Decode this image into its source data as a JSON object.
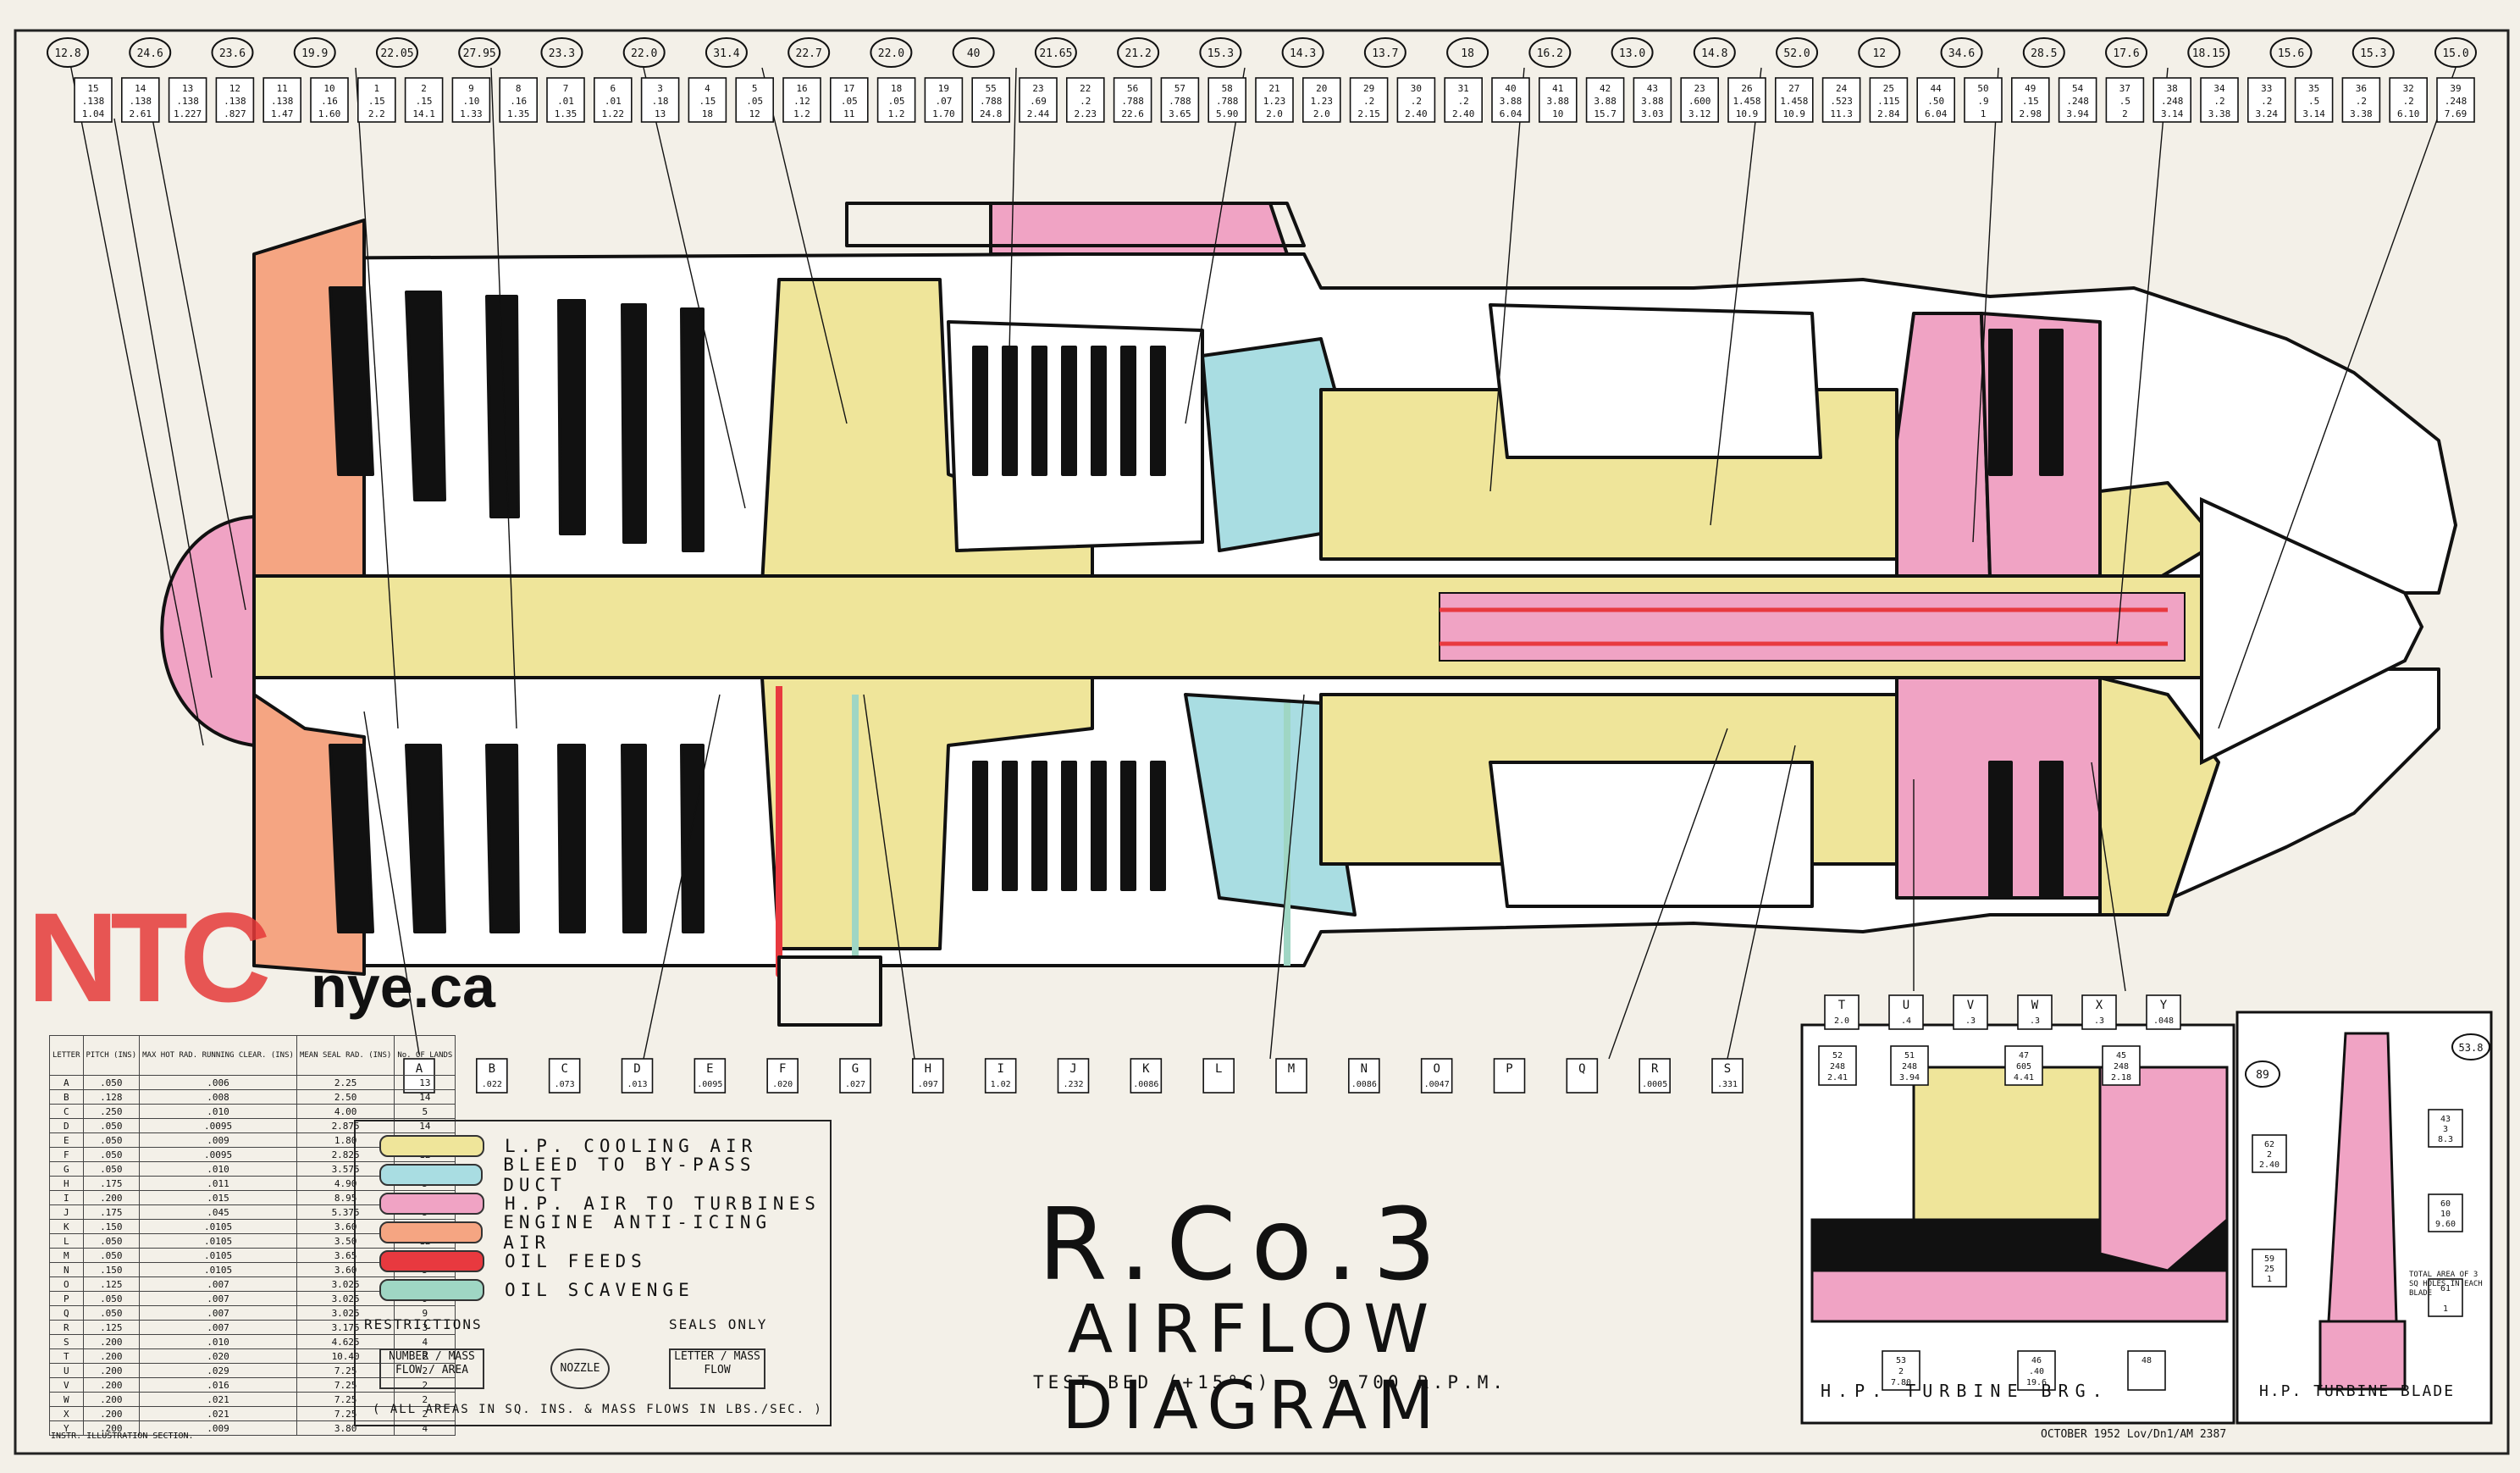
{
  "title": "R.Co.3",
  "subtitle": "AIRFLOW DIAGRAM",
  "test_condition": {
    "left": "TEST BED (+15°C)",
    "right": "9,700 R.P.M."
  },
  "watermark": {
    "logo": "NTC",
    "site": "nye.ca"
  },
  "colors": {
    "lp_cooling": "#efe59a",
    "bleed_bypass": "#a9dde2",
    "hp_air": "#f0a3c4",
    "anti_icing": "#f5a582",
    "oil_feeds": "#e8393f",
    "oil_scavenge": "#9fd6c4",
    "line": "#111111",
    "paper": "#f3f0e8"
  },
  "legend": {
    "items": [
      {
        "label": "L.P. COOLING AIR",
        "color": "#efe59a"
      },
      {
        "label": "BLEED TO BY-PASS DUCT",
        "color": "#a9dde2"
      },
      {
        "label": "H.P. AIR TO TURBINES",
        "color": "#f0a3c4"
      },
      {
        "label": "ENGINE ANTI-ICING AIR",
        "color": "#f5a582"
      },
      {
        "label": "OIL FEEDS",
        "color": "#e8393f"
      },
      {
        "label": "OIL SCAVENGE",
        "color": "#9fd6c4"
      }
    ],
    "restrictions_label": "RESTRICTIONS",
    "seals_only_label": "SEALS ONLY",
    "restriction_box": "NUMBER / MASS FLOW / AREA",
    "circle_label": "NOZZLE",
    "seal_box": "LETTER / MASS FLOW",
    "footnote": "( ALL AREAS IN SQ. INS. & MASS FLOWS IN LBS./SEC. )"
  },
  "letter_table": {
    "headers": [
      "LETTER",
      "PITCH (INS)",
      "MAX HOT RAD. RUNNING CLEAR. (INS)",
      "MEAN SEAL RAD. (INS)",
      "No. OF LANDS"
    ],
    "rows": [
      [
        "A",
        ".050",
        ".006",
        "2.25",
        "13"
      ],
      [
        "B",
        ".128",
        ".008",
        "2.50",
        "14"
      ],
      [
        "C",
        ".250",
        ".010",
        "4.00",
        "5"
      ],
      [
        "D",
        ".050",
        ".0095",
        "2.875",
        "14"
      ],
      [
        "E",
        ".050",
        ".009",
        "1.80",
        "14"
      ],
      [
        "F",
        ".050",
        ".0095",
        "2.825",
        "12"
      ],
      [
        "G",
        ".050",
        ".010",
        "3.575",
        "13"
      ],
      [
        "H",
        ".175",
        ".011",
        "4.90",
        "5"
      ],
      [
        "I",
        ".200",
        ".015",
        "8.95",
        "5"
      ],
      [
        "J",
        ".175",
        ".045",
        "5.375",
        "5"
      ],
      [
        "K",
        ".150",
        ".0105",
        "3.60",
        "5"
      ],
      [
        "L",
        ".050",
        ".0105",
        "3.50",
        "12"
      ],
      [
        "M",
        ".050",
        ".0105",
        "3.65",
        "12"
      ],
      [
        "N",
        ".150",
        ".0105",
        "3.60",
        "5"
      ],
      [
        "O",
        ".125",
        ".007",
        "3.025",
        "4"
      ],
      [
        "P",
        ".050",
        ".007",
        "3.025",
        "9"
      ],
      [
        "Q",
        ".050",
        ".007",
        "3.025",
        "9"
      ],
      [
        "R",
        ".125",
        ".007",
        "3.175",
        "3"
      ],
      [
        "S",
        ".200",
        ".010",
        "4.625",
        "4"
      ],
      [
        "T",
        ".200",
        ".020",
        "10.40",
        "2"
      ],
      [
        "U",
        ".200",
        ".029",
        "7.25",
        "2"
      ],
      [
        "V",
        ".200",
        ".016",
        "7.25",
        "2"
      ],
      [
        "W",
        ".200",
        ".021",
        "7.25",
        "2"
      ],
      [
        "X",
        ".200",
        ".021",
        "7.25",
        "2"
      ],
      [
        "Y",
        ".200",
        ".009",
        "3.80",
        "4"
      ]
    ]
  },
  "top_callouts": [
    "12.8",
    "24.6",
    "23.6",
    "19.9",
    "22.05",
    "27.95",
    "23.3",
    "22.0",
    "31.4",
    "22.7",
    "22.0",
    "40",
    "21.65",
    "21.2",
    "15.3",
    "14.3",
    "13.7",
    "18",
    "16.2",
    "13.0",
    "14.8",
    "52.0",
    "12",
    "34.6",
    "28.5",
    "17.6",
    "18.15",
    "15.6",
    "15.3",
    "15.0"
  ],
  "top_boxes": [
    [
      "15",
      ".138",
      "1.04"
    ],
    [
      "14",
      ".138",
      "2.61"
    ],
    [
      "13",
      ".138",
      "1.227"
    ],
    [
      "12",
      ".138",
      ".827"
    ],
    [
      "11",
      ".138",
      "1.47"
    ],
    [
      "10",
      ".16",
      "1.60"
    ],
    [
      "1",
      ".15",
      "2.2"
    ],
    [
      "2",
      ".15",
      "14.1"
    ],
    [
      "9",
      ".10",
      "1.33"
    ],
    [
      "8",
      ".16",
      "1.35"
    ],
    [
      "7",
      ".01",
      "1.35"
    ],
    [
      "6",
      ".01",
      "1.22"
    ],
    [
      "3",
      ".18",
      "13"
    ],
    [
      "4",
      ".15",
      "18"
    ],
    [
      "5",
      ".05",
      "12"
    ],
    [
      "16",
      ".12",
      "1.2"
    ],
    [
      "17",
      ".05",
      "11"
    ],
    [
      "18",
      ".05",
      "1.2"
    ],
    [
      "19",
      ".07",
      "1.70"
    ],
    [
      "55",
      ".788",
      "24.8"
    ],
    [
      "23",
      ".69",
      "2.44"
    ],
    [
      "22",
      ".2",
      "2.23"
    ],
    [
      "56",
      ".788",
      "22.6"
    ],
    [
      "57",
      ".788",
      "3.65"
    ],
    [
      "58",
      ".788",
      "5.90"
    ],
    [
      "21",
      "1.23",
      "2.0"
    ],
    [
      "20",
      "1.23",
      "2.0"
    ],
    [
      "29",
      ".2",
      "2.15"
    ],
    [
      "30",
      ".2",
      "2.40"
    ],
    [
      "31",
      ".2",
      "2.40"
    ],
    [
      "40",
      "3.88",
      "6.04"
    ],
    [
      "41",
      "3.88",
      "10"
    ],
    [
      "42",
      "3.88",
      "15.7"
    ],
    [
      "43",
      "3.88",
      "3.03"
    ],
    [
      "23",
      ".600",
      "3.12"
    ],
    [
      "26",
      "1.458",
      "10.9"
    ],
    [
      "27",
      "1.458",
      "10.9"
    ],
    [
      "24",
      ".523",
      "11.3"
    ],
    [
      "25",
      ".115",
      "2.84"
    ],
    [
      "44",
      ".50",
      "6.04"
    ],
    [
      "50",
      ".9",
      "1"
    ],
    [
      "49",
      ".15",
      "2.98"
    ],
    [
      "54",
      ".248",
      "3.94"
    ],
    [
      "37",
      ".5",
      "2"
    ],
    [
      "38",
      ".248",
      "3.14"
    ],
    [
      "34",
      ".2",
      "3.38"
    ],
    [
      "33",
      ".2",
      "3.24"
    ],
    [
      "35",
      ".5",
      "3.14"
    ],
    [
      "36",
      ".2",
      "3.38"
    ],
    [
      "32",
      ".2",
      "6.10"
    ],
    [
      "39",
      ".248",
      "7.69"
    ]
  ],
  "bottom_seal_labels": [
    [
      "A",
      ""
    ],
    [
      "B",
      ".022"
    ],
    [
      "C",
      ".073"
    ],
    [
      "D",
      ".013"
    ],
    [
      "E",
      ".0095"
    ],
    [
      "F",
      ".020"
    ],
    [
      "G",
      ".027"
    ],
    [
      "H",
      ".097"
    ],
    [
      "I",
      "1.02"
    ],
    [
      "J",
      ".232"
    ],
    [
      "K",
      ".0086"
    ],
    [
      "L",
      ""
    ],
    [
      "M",
      ""
    ],
    [
      "N",
      ".0086"
    ],
    [
      "O",
      ".0047"
    ],
    [
      "P",
      ""
    ],
    [
      "Q",
      ""
    ],
    [
      "R",
      ".0005"
    ],
    [
      "S",
      ".331"
    ],
    [
      "T",
      "2.0"
    ],
    [
      "U",
      ".4"
    ],
    [
      "V",
      ".3"
    ],
    [
      "W",
      ".3"
    ],
    [
      "X",
      ".3"
    ],
    [
      "Y",
      ".048"
    ]
  ],
  "insets": {
    "bearing": {
      "caption": "H.P. TURBINE BRG.",
      "boxes": [
        [
          "52",
          "248",
          "2.41"
        ],
        [
          "51",
          "248",
          "3.94"
        ],
        [
          "47",
          "605",
          "4.41"
        ],
        [
          "45",
          "248",
          "2.18"
        ],
        [
          "53",
          "2",
          "7.80"
        ],
        [
          "46",
          ".40",
          "19.6"
        ],
        [
          "48",
          "",
          ""
        ]
      ]
    },
    "blade": {
      "caption": "H.P. TURBINE BLADE",
      "callouts": [
        "89",
        "53.8"
      ],
      "boxes": [
        [
          "62",
          "2",
          "2.40"
        ],
        [
          "43",
          "3",
          "8.3"
        ],
        [
          "60",
          "10",
          "9.60"
        ],
        [
          "59",
          "25",
          "1"
        ],
        [
          "61",
          "",
          "1"
        ]
      ],
      "note": "TOTAL AREA OF 3 SQ HOLES IN EACH BLADE"
    }
  },
  "footer_left": "INSTR. ILLUSTRATION SECTION.",
  "footer_right": "OCTOBER 1952   Lov/Dn1/AM 2387"
}
